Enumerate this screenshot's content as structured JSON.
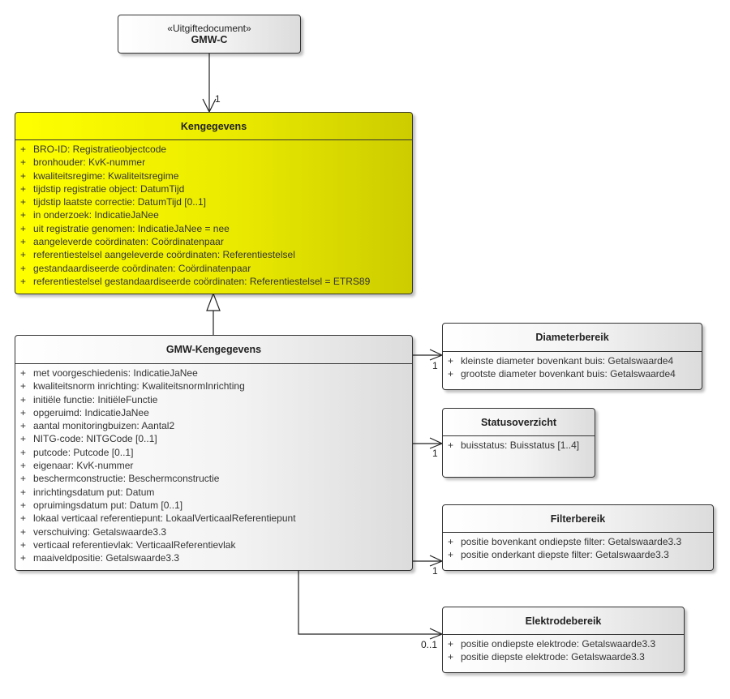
{
  "classes": [
    {
      "id": "gmw-c",
      "stereotype": "«Uitgiftedocument»",
      "name": "GMW-C",
      "attributes": []
    },
    {
      "id": "kengegevens",
      "name": "Kengegevens",
      "fill": "#ffff00",
      "attributes": [
        "BRO-ID: Registratieobjectcode",
        "bronhouder: KvK-nummer",
        "kwaliteitsregime: Kwaliteitsregime",
        "tijdstip registratie object: DatumTijd",
        "tijdstip laatste correctie: DatumTijd [0..1]",
        "in onderzoek: IndicatieJaNee",
        "uit registratie genomen: IndicatieJaNee = nee",
        "aangeleverde coördinaten: Coördinatenpaar",
        "referentiestelsel aangeleverde coördinaten: Referentiestelsel",
        "gestandaardiseerde coördinaten: Coördinatenpaar",
        "referentiestelsel gestandaardiseerde coördinaten: Referentiestelsel = ETRS89"
      ]
    },
    {
      "id": "gmw-kengegevens",
      "name": "GMW-Kengegevens",
      "attributes": [
        "met voorgeschiedenis: IndicatieJaNee",
        "kwaliteitsnorm inrichting: KwaliteitsnormInrichting",
        "initiële functie: InitiëleFunctie",
        "opgeruimd: IndicatieJaNee",
        "aantal monitoringbuizen: Aantal2",
        "NITG-code: NITGCode [0..1]",
        "putcode: Putcode [0..1]",
        "eigenaar: KvK-nummer",
        "beschermconstructie: Beschermconstructie",
        "inrichtingsdatum put: Datum",
        "opruimingsdatum put: Datum [0..1]",
        "lokaal verticaal referentiepunt: LokaalVerticaalReferentiepunt",
        "verschuiving: Getalswaarde3.3",
        "verticaal referentievlak: VerticaalReferentievlak",
        "maaiveldpositie: Getalswaarde3.3"
      ]
    },
    {
      "id": "diameterbereik",
      "name": "Diameterbereik",
      "attributes": [
        "kleinste diameter bovenkant buis: Getalswaarde4",
        "grootste diameter bovenkant buis: Getalswaarde4"
      ]
    },
    {
      "id": "statusoverzicht",
      "name": "Statusoverzicht",
      "attributes": [
        "buisstatus: Buisstatus [1..4]"
      ]
    },
    {
      "id": "filterbereik",
      "name": "Filterbereik",
      "attributes": [
        "positie bovenkant ondiepste filter: Getalswaarde3.3",
        "positie onderkant diepste filter: Getalswaarde3.3"
      ]
    },
    {
      "id": "elektrodebereik",
      "name": "Elektrodebereik",
      "attributes": [
        "positie ondiepste elektrode: Getalswaarde3.3",
        "positie diepste elektrode: Getalswaarde3.3"
      ]
    }
  ],
  "visibility_symbol": "+",
  "relations": [
    {
      "type": "association",
      "from": "gmw-c",
      "to": "kengegevens",
      "multiplicity": "1"
    },
    {
      "type": "generalization",
      "from": "gmw-kengegevens",
      "to": "kengegevens"
    },
    {
      "type": "association",
      "from": "gmw-kengegevens",
      "to": "diameterbereik",
      "multiplicity": "1"
    },
    {
      "type": "association",
      "from": "gmw-kengegevens",
      "to": "statusoverzicht",
      "multiplicity": "1"
    },
    {
      "type": "association",
      "from": "gmw-kengegevens",
      "to": "filterbereik",
      "multiplicity": "1"
    },
    {
      "type": "association",
      "from": "gmw-kengegevens",
      "to": "elektrodebereik",
      "multiplicity": "0..1"
    }
  ]
}
